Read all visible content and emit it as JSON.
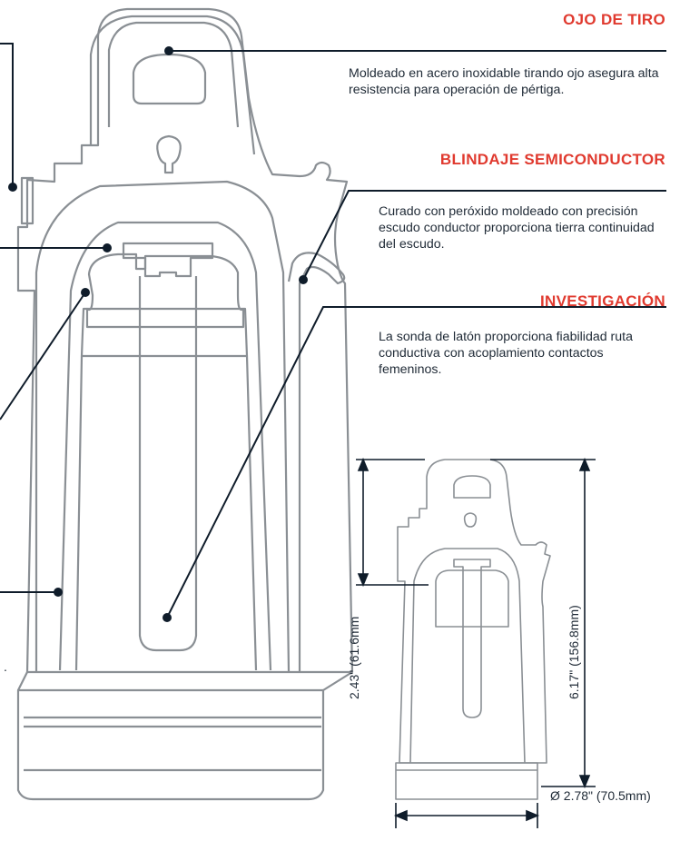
{
  "colors": {
    "accent": "#e03a2f",
    "outline": "#8a8f94",
    "leader": "#0f1c2a",
    "text": "#1f2a36"
  },
  "sections": [
    {
      "heading": "OJO DE TIRO",
      "description": "Moldeado en acero inoxidable tirando ojo asegura alta resistencia para operación de pértiga."
    },
    {
      "heading": "BLINDAJE SEMICONDUCTOR",
      "description": "Curado con peróxido moldeado con precisión escudo conductor proporciona tierra continuidad del escudo."
    },
    {
      "heading": "INVESTIGACIÓN",
      "description": "La sonda de latón proporciona fiabilidad ruta conductiva con acoplamiento contactos femeninos."
    }
  ],
  "dimensions": {
    "height_total": "6.17\" (156.8mm)",
    "height_partial": "2.43\" (61.6mm",
    "diameter": "Ø 2.78\" (70.5mm)"
  },
  "stray_mark": "."
}
